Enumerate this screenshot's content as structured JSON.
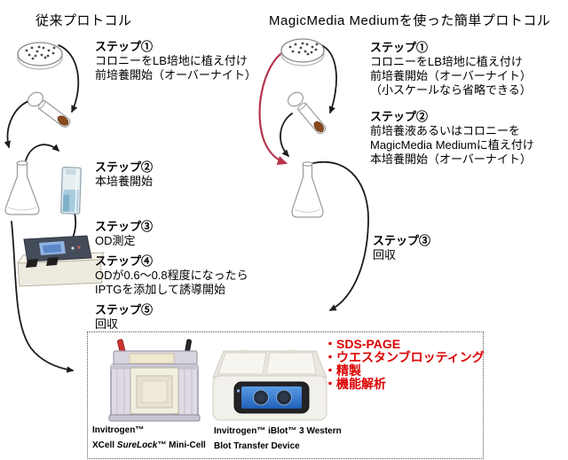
{
  "colors": {
    "red-text": "#dd0000",
    "red-arrow": "#b5364e",
    "arrow-black": "#1c1c1c",
    "outline-gray": "#9a9a9a"
  },
  "left": {
    "title": "従来プロトコル",
    "steps": [
      {
        "label": "ステップ①",
        "lines": [
          "コロニーをLB培地に植え付け",
          "前培養開始（オーバーナイト）"
        ]
      },
      {
        "label": "ステップ②",
        "lines": [
          "本培養開始"
        ]
      },
      {
        "label": "ステップ③",
        "lines": [
          "OD測定"
        ]
      },
      {
        "label": "ステップ④",
        "lines": [
          "ODが0.6～0.8程度になったら",
          "IPTGを添加して誘導開始"
        ]
      },
      {
        "label": "ステップ⑤",
        "lines": [
          "回収"
        ]
      }
    ]
  },
  "right": {
    "title": "MagicMedia Mediumを使った簡単プロトコル",
    "steps": [
      {
        "label": "ステップ①",
        "lines": [
          "コロニーをLB培地に植え付け",
          "前培養開始（オーバーナイト）",
          "（小スケールなら省略できる）"
        ]
      },
      {
        "label": "ステップ②",
        "lines": [
          "前培養液あるいはコロニーを",
          "MagicMedia Mediumに植え付け",
          "本培養開始（オーバーナイト）"
        ]
      },
      {
        "label": "ステップ③",
        "lines": [
          "回収"
        ]
      }
    ]
  },
  "downstream_box": {
    "applications": [
      "・SDS-PAGE",
      "・ウエスタンブロッティング",
      "・精製",
      "・機能解析"
    ],
    "products": [
      {
        "brand": "Invitrogen™",
        "name_pre": "XCell ",
        "name_italic": "SureLock™",
        "name_post": " Mini-Cell"
      },
      {
        "line1": "Invitrogen™ iBlot™ 3 Western",
        "line2": "Blot Transfer Device"
      }
    ]
  },
  "illustrations": {
    "left_column": [
      "petri-dish",
      "test-tube",
      "erlenmeyer-flask",
      "cuvette",
      "spectrophotometer"
    ],
    "right_column": [
      "petri-dish",
      "test-tube",
      "erlenmeyer-flask"
    ],
    "box": [
      "xcell-surelock-mini-cell-photo",
      "iblot-3-transfer-device-photo"
    ]
  }
}
